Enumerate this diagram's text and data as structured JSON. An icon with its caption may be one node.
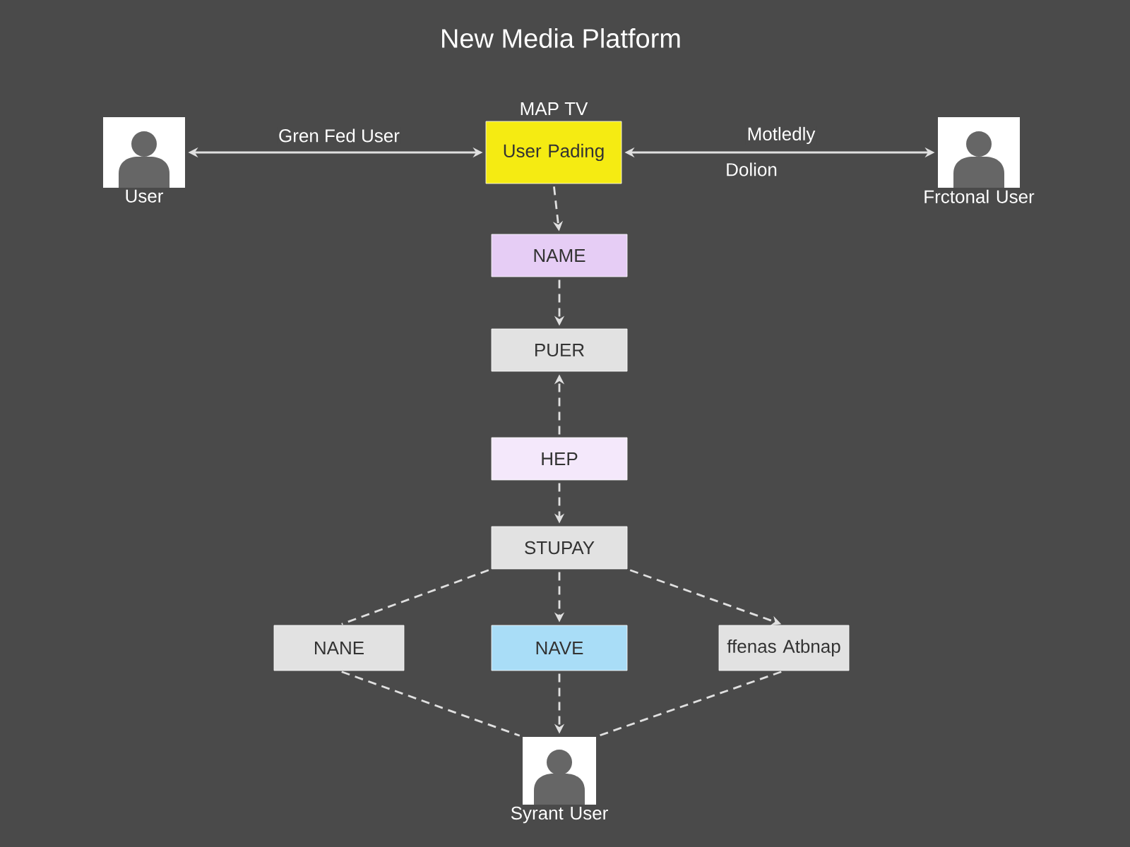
{
  "diagram": {
    "title": "New Media Platform",
    "nodes": [
      {
        "text": [
          "User"
        ]
      },
      {
        "text": [
          "MAP TV",
          "User Pading"
        ]
      },
      {
        "text": [
          "Frctonal User"
        ]
      },
      {
        "text": [
          "NAME"
        ]
      },
      {
        "text": [
          "PUER"
        ]
      },
      {
        "text": [
          "HEP"
        ]
      },
      {
        "text": [
          "STUPAY"
        ]
      },
      {
        "text": [
          "NANE"
        ]
      },
      {
        "text": [
          "NAVE"
        ]
      },
      {
        "text": [
          "ffenas Atbnap"
        ]
      },
      {
        "text": [
          "Syrant User"
        ]
      }
    ],
    "edges": [
      {
        "from": 0,
        "to": 1,
        "arrow": "both",
        "label": "Gren Fed User"
      },
      {
        "from": 1,
        "to": 2,
        "arrow": "both",
        "label": "Motledly"
      },
      {
        "from": 1,
        "to": 3,
        "arrow": "to",
        "style": "dashed"
      },
      {
        "from": 3,
        "to": 4,
        "arrow": "to",
        "style": "dashed"
      },
      {
        "from": 5,
        "to": 4,
        "arrow": "to",
        "style": "dashed"
      },
      {
        "from": 5,
        "to": 6,
        "arrow": "to",
        "style": "dashed"
      },
      {
        "from": 6,
        "to": 7,
        "arrow": "none",
        "style": "dashed"
      },
      {
        "from": 6,
        "to": 8,
        "arrow": "to",
        "style": "dashed"
      },
      {
        "from": 6,
        "to": 9,
        "arrow": "to",
        "style": "dashed"
      },
      {
        "from": 7,
        "to": 10,
        "arrow": "none",
        "style": "dashed"
      },
      {
        "from": 8,
        "to": 10,
        "arrow": "to",
        "style": "dashed"
      },
      {
        "from": 9,
        "to": 10,
        "arrow": "none",
        "style": "dashed"
      }
    ],
    "labels": [
      "Dolion"
    ]
  }
}
